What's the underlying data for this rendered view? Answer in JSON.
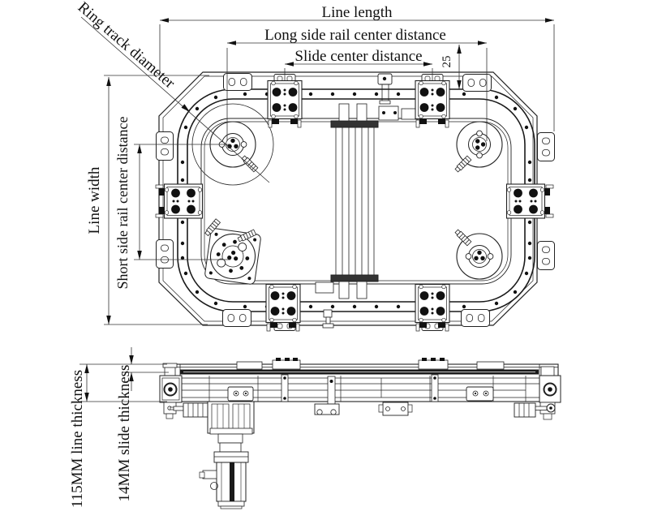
{
  "drawing": {
    "type": "technical-cad-drawing",
    "views": {
      "plan_view": "ring track top view",
      "side_view": "line side elevation"
    },
    "dimension_labels": {
      "line_length": "Line length",
      "long_side_rail": "Long side rail center distance",
      "slide_center": "Slide center distance",
      "ring_track": "Ring track diameter",
      "line_width": "Line width",
      "short_side_rail": "Short side rail center distance",
      "offset_25": "25",
      "line_thickness": "115MM line thickness",
      "slide_thickness": "14MM slide thickness"
    },
    "colors": {
      "ink": "#1c1c1c",
      "dim_line": "#333333",
      "background": "#ffffff"
    }
  }
}
